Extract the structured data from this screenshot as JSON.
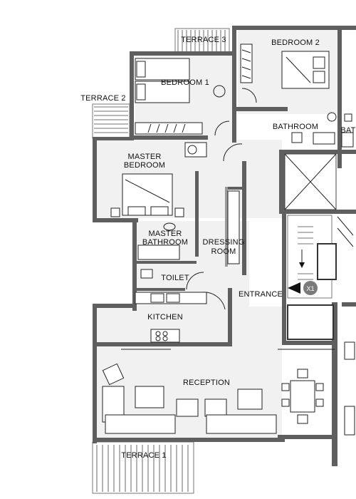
{
  "rooms": {
    "terrace3": "TERRACE 3",
    "bedroom2": "BEDROOM 2",
    "bedroom1": "BEDROOM 1",
    "terrace2": "TERRACE 2",
    "bathroom": "BATHROOM",
    "bathroom_partial": "BATH",
    "master_bedroom_line1": "MASTER",
    "master_bedroom_line2": "BEDROOM",
    "master_bathroom_line1": "MASTER",
    "master_bathroom_line2": "BATHROOM",
    "dressing_room_line1": "DRESSING",
    "dressing_room_line2": "ROOM",
    "toilet": "TOILET",
    "entrance": "ENTRANCE",
    "kitchen": "KITCHEN",
    "reception": "RECEPTION",
    "terrace1": "TERRACE 1"
  },
  "entrance_marker": "X1"
}
